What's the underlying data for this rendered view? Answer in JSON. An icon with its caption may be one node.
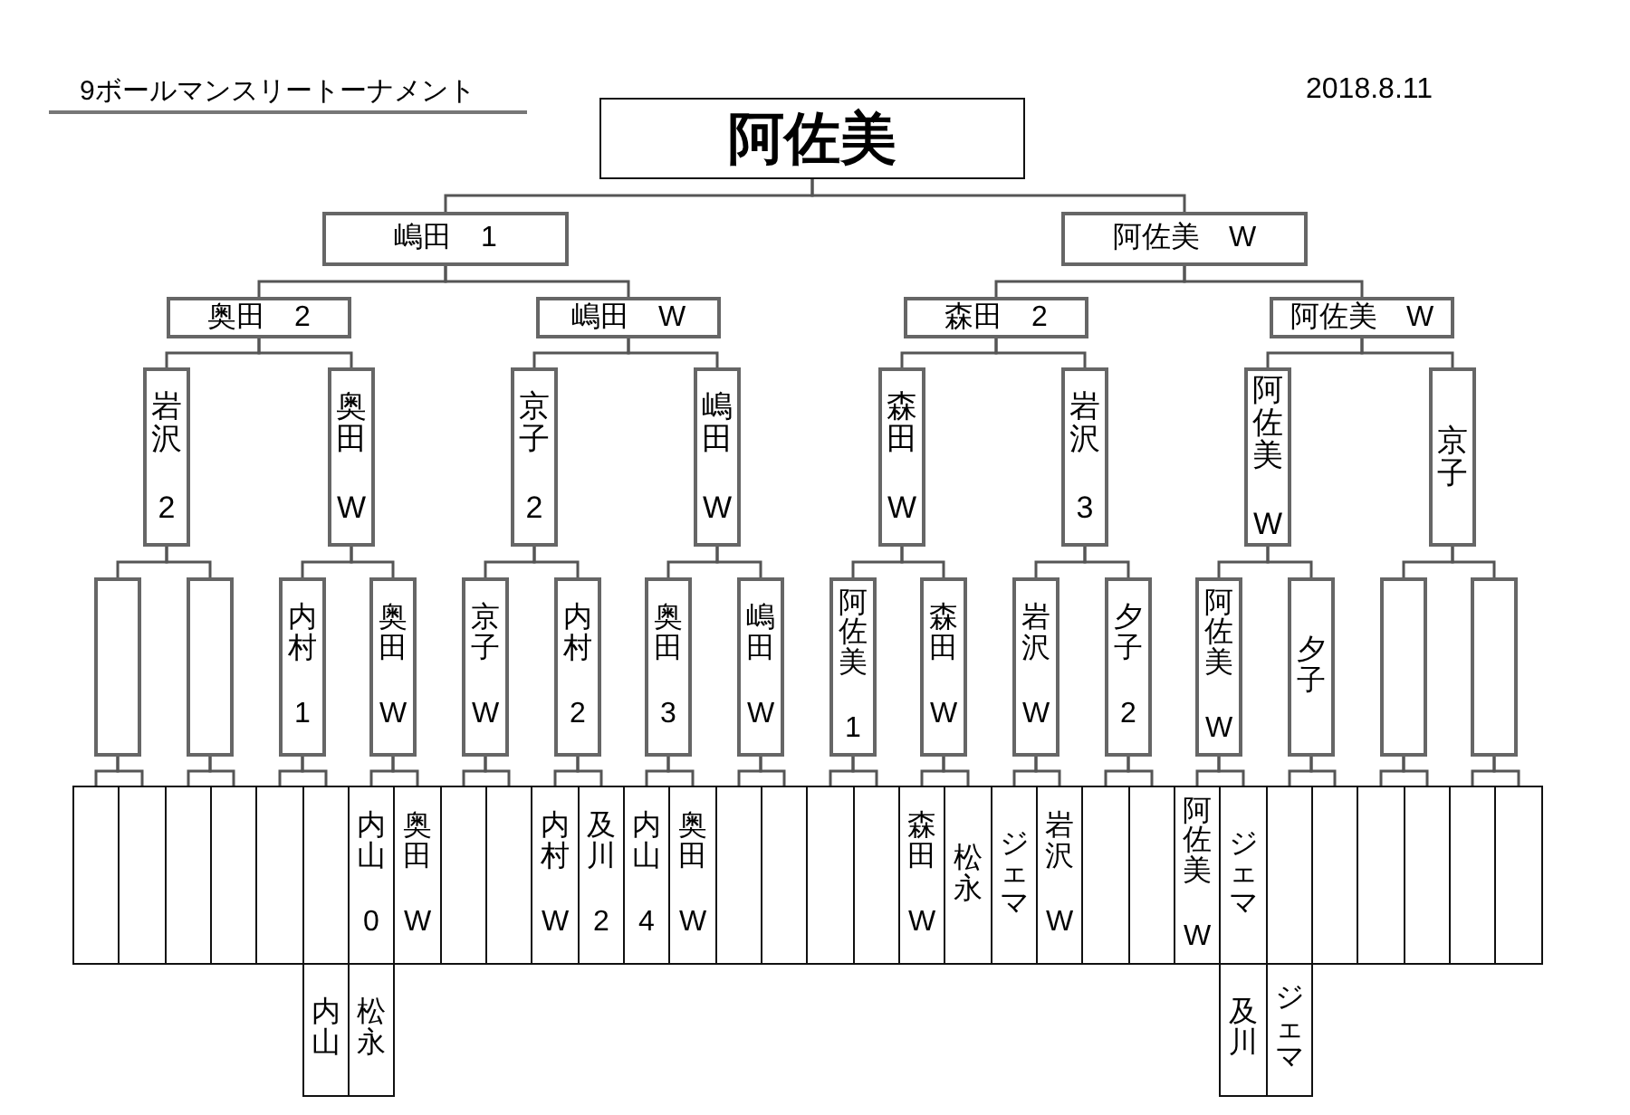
{
  "diagram": {
    "title": "9ボールマンスリートーナメント",
    "nodes": [
      {
        "text": [
          "阿佐美"
        ]
      },
      {
        "text": [
          "嶋田",
          "1"
        ]
      },
      {
        "text": [
          "阿佐美",
          "W"
        ]
      },
      {
        "text": [
          "奥田",
          "2"
        ]
      },
      {
        "text": [
          "嶋田",
          "W"
        ]
      },
      {
        "text": [
          "森田",
          "2"
        ]
      },
      {
        "text": [
          "阿佐美",
          "W"
        ]
      },
      {
        "text": [
          "岩沢",
          "2"
        ]
      },
      {
        "text": [
          "奥田",
          "W"
        ]
      },
      {
        "text": [
          "京子",
          "2"
        ]
      },
      {
        "text": [
          "嶋田",
          "W"
        ]
      },
      {
        "text": [
          "森田",
          "W"
        ]
      },
      {
        "text": [
          "岩沢",
          "3"
        ]
      },
      {
        "text": [
          "阿佐美",
          "W"
        ]
      },
      {
        "text": [
          "京子"
        ]
      },
      {
        "text": [],
        "shape": "box"
      },
      {
        "text": [],
        "shape": "box"
      },
      {
        "text": [
          "内村",
          "1"
        ]
      },
      {
        "text": [
          "奥田",
          "W"
        ]
      },
      {
        "text": [
          "京子",
          "W"
        ]
      },
      {
        "text": [
          "内村",
          "2"
        ]
      },
      {
        "text": [
          "奥田",
          "3"
        ]
      },
      {
        "text": [
          "嶋田",
          "W"
        ]
      },
      {
        "text": [
          "阿佐美",
          "1"
        ]
      },
      {
        "text": [
          "森田",
          "W"
        ]
      },
      {
        "text": [
          "岩沢",
          "W"
        ]
      },
      {
        "text": [
          "夕子",
          "2"
        ]
      },
      {
        "text": [
          "阿佐美",
          "W"
        ]
      },
      {
        "text": [
          "夕子"
        ]
      },
      {
        "text": [],
        "shape": "box"
      },
      {
        "text": [],
        "shape": "box"
      },
      {
        "text": [],
        "shape": "box"
      },
      {
        "text": [],
        "shape": "box"
      },
      {
        "text": [],
        "shape": "box"
      },
      {
        "text": [],
        "shape": "box"
      },
      {
        "text": [],
        "shape": "box"
      },
      {
        "text": [],
        "shape": "box"
      },
      {
        "text": [
          "内山",
          "0"
        ]
      },
      {
        "text": [
          "奥田",
          "W"
        ]
      },
      {
        "text": [],
        "shape": "box"
      },
      {
        "text": [],
        "shape": "box"
      },
      {
        "text": [
          "内村",
          "W"
        ]
      },
      {
        "text": [
          "及川",
          "2"
        ]
      },
      {
        "text": [
          "内山",
          "4"
        ]
      },
      {
        "text": [
          "奥田",
          "W"
        ]
      },
      {
        "text": [],
        "shape": "box"
      },
      {
        "text": [],
        "shape": "box"
      },
      {
        "text": [],
        "shape": "box"
      },
      {
        "text": [],
        "shape": "box"
      },
      {
        "text": [
          "森田",
          "W"
        ]
      },
      {
        "text": [
          "松永"
        ]
      },
      {
        "text": [
          "ジェマ"
        ]
      },
      {
        "text": [
          "岩沢",
          "W"
        ]
      },
      {
        "text": [],
        "shape": "box"
      },
      {
        "text": [],
        "shape": "box"
      },
      {
        "text": [
          "阿佐美",
          "W"
        ]
      },
      {
        "text": [
          "ジェマ"
        ]
      },
      {
        "text": [],
        "shape": "box"
      },
      {
        "text": [],
        "shape": "box"
      },
      {
        "text": [],
        "shape": "box"
      },
      {
        "text": [],
        "shape": "box"
      },
      {
        "text": [],
        "shape": "box"
      },
      {
        "text": [],
        "shape": "box"
      },
      {
        "text": [
          "内山"
        ]
      },
      {
        "text": [
          "松永"
        ]
      },
      {
        "text": [
          "及川"
        ]
      },
      {
        "text": [
          "ジェマ"
        ]
      }
    ],
    "edges": [
      {
        "from": 0,
        "to": 1,
        "arrow": "none"
      },
      {
        "from": 0,
        "to": 2,
        "arrow": "none"
      },
      {
        "from": 1,
        "to": 3,
        "arrow": "none"
      },
      {
        "from": 1,
        "to": 4,
        "arrow": "none"
      },
      {
        "from": 2,
        "to": 5,
        "arrow": "none"
      },
      {
        "from": 2,
        "to": 6,
        "arrow": "none"
      },
      {
        "from": 3,
        "to": 7,
        "arrow": "none"
      },
      {
        "from": 3,
        "to": 8,
        "arrow": "none"
      },
      {
        "from": 4,
        "to": 9,
        "arrow": "none"
      },
      {
        "from": 4,
        "to": 10,
        "arrow": "none"
      },
      {
        "from": 5,
        "to": 11,
        "arrow": "none"
      },
      {
        "from": 5,
        "to": 12,
        "arrow": "none"
      },
      {
        "from": 6,
        "to": 13,
        "arrow": "none"
      },
      {
        "from": 6,
        "to": 14,
        "arrow": "none"
      },
      {
        "from": 7,
        "to": 15,
        "arrow": "none"
      },
      {
        "from": 7,
        "to": 16,
        "arrow": "none"
      },
      {
        "from": 8,
        "to": 17,
        "arrow": "none"
      },
      {
        "from": 8,
        "to": 18,
        "arrow": "none"
      },
      {
        "from": 9,
        "to": 19,
        "arrow": "none"
      },
      {
        "from": 9,
        "to": 20,
        "arrow": "none"
      },
      {
        "from": 10,
        "to": 21,
        "arrow": "none"
      },
      {
        "from": 10,
        "to": 22,
        "arrow": "none"
      },
      {
        "from": 11,
        "to": 23,
        "arrow": "none"
      },
      {
        "from": 11,
        "to": 24,
        "arrow": "none"
      },
      {
        "from": 12,
        "to": 25,
        "arrow": "none"
      },
      {
        "from": 12,
        "to": 26,
        "arrow": "none"
      },
      {
        "from": 13,
        "to": 27,
        "arrow": "none"
      },
      {
        "from": 13,
        "to": 28,
        "arrow": "none"
      },
      {
        "from": 14,
        "to": 29,
        "arrow": "none"
      },
      {
        "from": 14,
        "to": 30,
        "arrow": "none"
      },
      {
        "from": 15,
        "to": 31,
        "arrow": "none"
      },
      {
        "from": 15,
        "to": 32,
        "arrow": "none"
      },
      {
        "from": 16,
        "to": 33,
        "arrow": "none"
      },
      {
        "from": 16,
        "to": 34,
        "arrow": "none"
      },
      {
        "from": 17,
        "to": 35,
        "arrow": "none"
      },
      {
        "from": 17,
        "to": 36,
        "arrow": "none"
      },
      {
        "from": 18,
        "to": 37,
        "arrow": "none"
      },
      {
        "from": 18,
        "to": 38,
        "arrow": "none"
      },
      {
        "from": 19,
        "to": 39,
        "arrow": "none"
      },
      {
        "from": 19,
        "to": 40,
        "arrow": "none"
      },
      {
        "from": 20,
        "to": 41,
        "arrow": "none"
      },
      {
        "from": 20,
        "to": 42,
        "arrow": "none"
      },
      {
        "from": 21,
        "to": 43,
        "arrow": "none"
      },
      {
        "from": 21,
        "to": 44,
        "arrow": "none"
      },
      {
        "from": 22,
        "to": 45,
        "arrow": "none"
      },
      {
        "from": 22,
        "to": 46,
        "arrow": "none"
      },
      {
        "from": 23,
        "to": 47,
        "arrow": "none"
      },
      {
        "from": 23,
        "to": 48,
        "arrow": "none"
      },
      {
        "from": 24,
        "to": 49,
        "arrow": "none"
      },
      {
        "from": 24,
        "to": 50,
        "arrow": "none"
      },
      {
        "from": 25,
        "to": 51,
        "arrow": "none"
      },
      {
        "from": 25,
        "to": 52,
        "arrow": "none"
      },
      {
        "from": 26,
        "to": 53,
        "arrow": "none"
      },
      {
        "from": 26,
        "to": 54,
        "arrow": "none"
      },
      {
        "from": 27,
        "to": 55,
        "arrow": "none"
      },
      {
        "from": 27,
        "to": 56,
        "arrow": "none"
      },
      {
        "from": 28,
        "to": 57,
        "arrow": "none"
      },
      {
        "from": 28,
        "to": 58,
        "arrow": "none"
      },
      {
        "from": 29,
        "to": 59,
        "arrow": "none"
      },
      {
        "from": 29,
        "to": 60,
        "arrow": "none"
      },
      {
        "from": 30,
        "to": 61,
        "arrow": "none"
      },
      {
        "from": 30,
        "to": 62,
        "arrow": "none"
      }
    ],
    "labels": [
      "2018.8.11"
    ]
  }
}
